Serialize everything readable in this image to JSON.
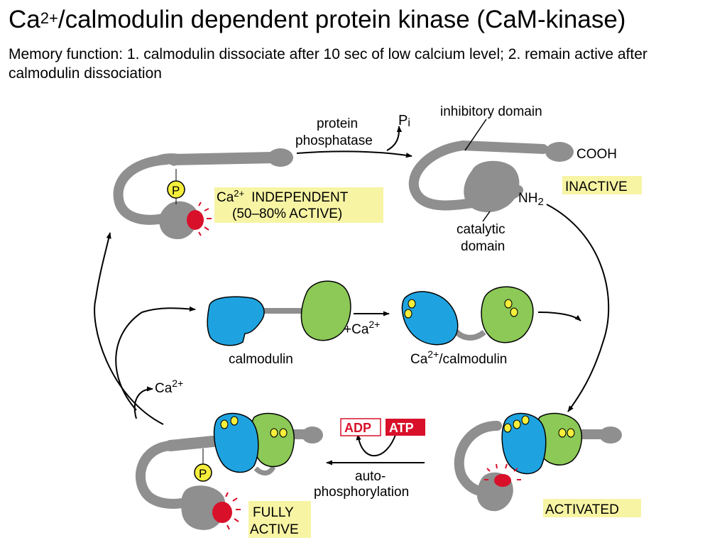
{
  "title": {
    "main": "Ca",
    "sup": "2+",
    "rest": "/calmodulin dependent protein kinase (CaM-kinase)"
  },
  "subtitle": "Memory function: 1. calmodulin dissociate after 10 sec of low calcium level; 2. remain active after calmodulin dissociation",
  "labels": {
    "protein_phosphatase_1": "protein",
    "protein_phosphatase_2": "phosphatase",
    "pi_main": "P",
    "pi_sub": "i",
    "inhibitory_domain": "inhibitory domain",
    "cooh": "COOH",
    "inactive": "INACTIVE",
    "nh2_main": "NH",
    "nh2_sub": "2",
    "catalytic_1": "catalytic",
    "catalytic_2": "domain",
    "ca_independent_main": "Ca",
    "ca_independent_sup": "2+",
    "ca_independent_rest": "INDEPENDENT",
    "ca_independent_pct": "(50–80% ACTIVE)",
    "phospho_p": "P",
    "calmodulin": "calmodulin",
    "plus_ca_main": "+Ca",
    "plus_ca_sup": "2+",
    "ca_calmod_main": "Ca",
    "ca_calmod_sup": "2+",
    "ca_calmod_rest": "/calmodulin",
    "ca_release_main": "Ca",
    "ca_release_sup": "2+",
    "adp": "ADP",
    "atp": "ATP",
    "auto_1": "auto-",
    "auto_2": "phosphorylation",
    "fully_1": "FULLY",
    "fully_2": "ACTIVE",
    "activated": "ACTIVATED"
  },
  "colors": {
    "kinase_gray": "#8f8f8f",
    "calmodulin_blue": "#1fa3e0",
    "calmodulin_green": "#8cc957",
    "calcium_yellow": "#f5ef3c",
    "active_site_red": "#d8102a",
    "label_box_yellow": "#f7f4a4",
    "adp_border": "#d8102a",
    "atp_fill": "#d8102a"
  },
  "icons": [
    "phosphate-icon",
    "active-site-burst-icon",
    "calcium-ion-icon",
    "cycle-arrow-icon"
  ]
}
